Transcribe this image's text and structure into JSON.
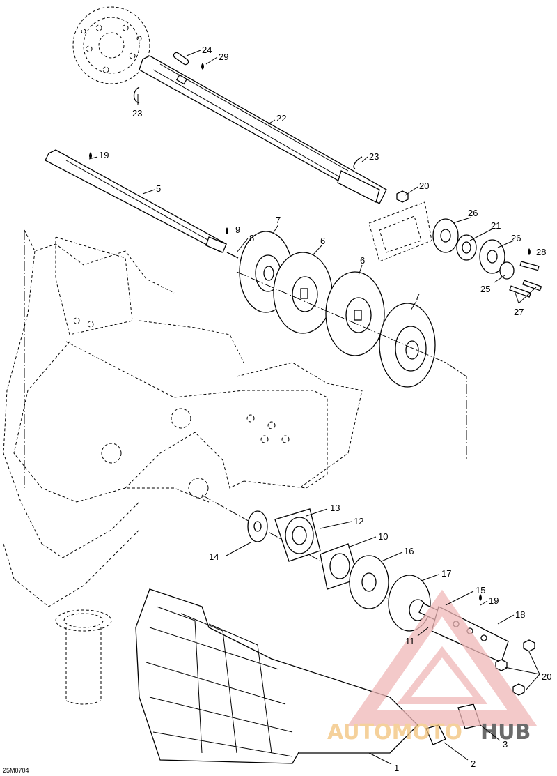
{
  "diagram": {
    "drawing_code": "25M0704",
    "labels": [
      {
        "id": "l24",
        "text": "24"
      },
      {
        "id": "l29",
        "text": "29"
      },
      {
        "id": "l23a",
        "text": "23"
      },
      {
        "id": "l22",
        "text": "22"
      },
      {
        "id": "l19a",
        "text": "19"
      },
      {
        "id": "l23b",
        "text": "23"
      },
      {
        "id": "l5",
        "text": "5"
      },
      {
        "id": "l20a",
        "text": "20"
      },
      {
        "id": "l7a",
        "text": "7"
      },
      {
        "id": "l26a",
        "text": "26"
      },
      {
        "id": "l9",
        "text": "9"
      },
      {
        "id": "l8",
        "text": "8"
      },
      {
        "id": "l6a",
        "text": "6"
      },
      {
        "id": "l21",
        "text": "21"
      },
      {
        "id": "l26b",
        "text": "26"
      },
      {
        "id": "l6b",
        "text": "6"
      },
      {
        "id": "l28",
        "text": "28"
      },
      {
        "id": "l25",
        "text": "25"
      },
      {
        "id": "l27",
        "text": "27"
      },
      {
        "id": "l7b",
        "text": "7"
      },
      {
        "id": "l13",
        "text": "13"
      },
      {
        "id": "l12",
        "text": "12"
      },
      {
        "id": "l10",
        "text": "10"
      },
      {
        "id": "l14",
        "text": "14"
      },
      {
        "id": "l16",
        "text": "16"
      },
      {
        "id": "l17",
        "text": "17"
      },
      {
        "id": "l15",
        "text": "15"
      },
      {
        "id": "l19b",
        "text": "19"
      },
      {
        "id": "l18",
        "text": "18"
      },
      {
        "id": "l11",
        "text": "11"
      },
      {
        "id": "l20b",
        "text": "20"
      },
      {
        "id": "l3",
        "text": "3"
      },
      {
        "id": "l2",
        "text": "2"
      },
      {
        "id": "l1",
        "text": "1"
      }
    ]
  },
  "watermark": {
    "text_primary": "AUTOMOTO",
    "text_secondary": "HUB",
    "color_primary": "#f0b8b8",
    "color_text_a": "#f2c27a",
    "color_text_b": "#3a3a3a"
  }
}
